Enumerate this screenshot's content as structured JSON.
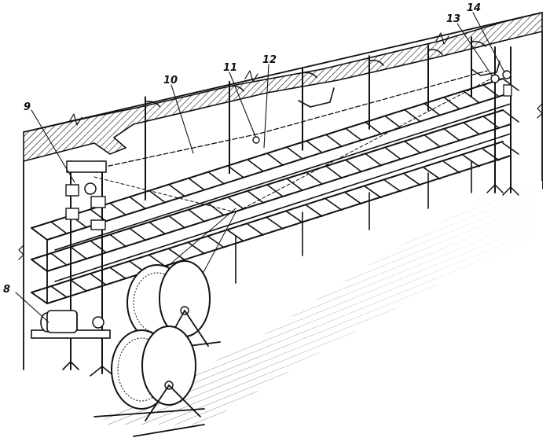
{
  "callouts": {
    "c8": "8",
    "c9": "9",
    "c10": "10",
    "c11": "11",
    "c12": "12",
    "c13": "13",
    "c14": "14"
  }
}
